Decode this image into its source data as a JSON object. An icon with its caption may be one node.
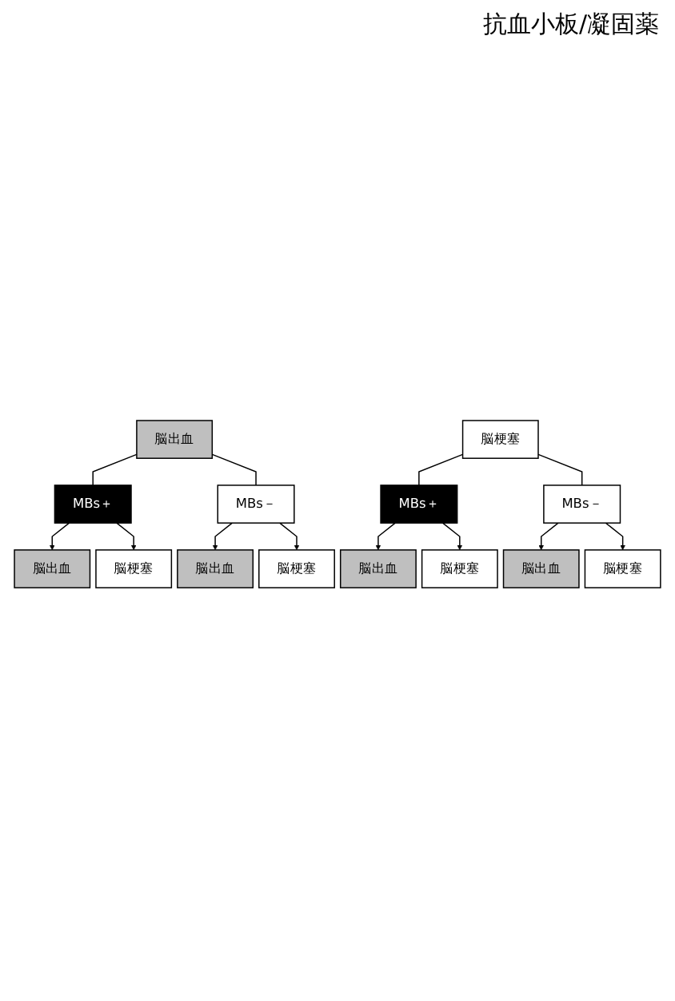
{
  "diagram": {
    "nodes": [
      {
        "text": [
          "脳出血"
        ]
      },
      {
        "text": [
          "MBs＋"
        ]
      },
      {
        "text": [
          "MBs－"
        ]
      },
      {
        "text": [
          "脳出血"
        ]
      },
      {
        "text": [
          "脳梗塞"
        ]
      },
      {
        "text": [
          "脳出血"
        ]
      },
      {
        "text": [
          "脳梗塞"
        ]
      },
      {
        "text": [
          "脳梗塞"
        ]
      },
      {
        "text": [
          "MBs＋"
        ]
      },
      {
        "text": [
          "MBs－"
        ]
      },
      {
        "text": [
          "脳出血"
        ]
      },
      {
        "text": [
          "脳梗塞"
        ]
      },
      {
        "text": [
          "脳出血"
        ]
      },
      {
        "text": [
          "脳梗塞"
        ]
      }
    ],
    "edges": [
      {
        "from": 0,
        "to": 1,
        "arrow": "none"
      },
      {
        "from": 0,
        "to": 2,
        "arrow": "none"
      },
      {
        "from": 1,
        "to": 3,
        "arrow": "to"
      },
      {
        "from": 1,
        "to": 4,
        "arrow": "to"
      },
      {
        "from": 2,
        "to": 5,
        "arrow": "to"
      },
      {
        "from": 2,
        "to": 6,
        "arrow": "to"
      },
      {
        "from": 7,
        "to": 8,
        "arrow": "none"
      },
      {
        "from": 7,
        "to": 9,
        "arrow": "none"
      },
      {
        "from": 8,
        "to": 10,
        "arrow": "to"
      },
      {
        "from": 8,
        "to": 11,
        "arrow": "to"
      },
      {
        "from": 9,
        "to": 12,
        "arrow": "to"
      },
      {
        "from": 9,
        "to": 13,
        "arrow": "to"
      }
    ],
    "labels": [
      "抗血小板/凝固薬"
    ]
  }
}
